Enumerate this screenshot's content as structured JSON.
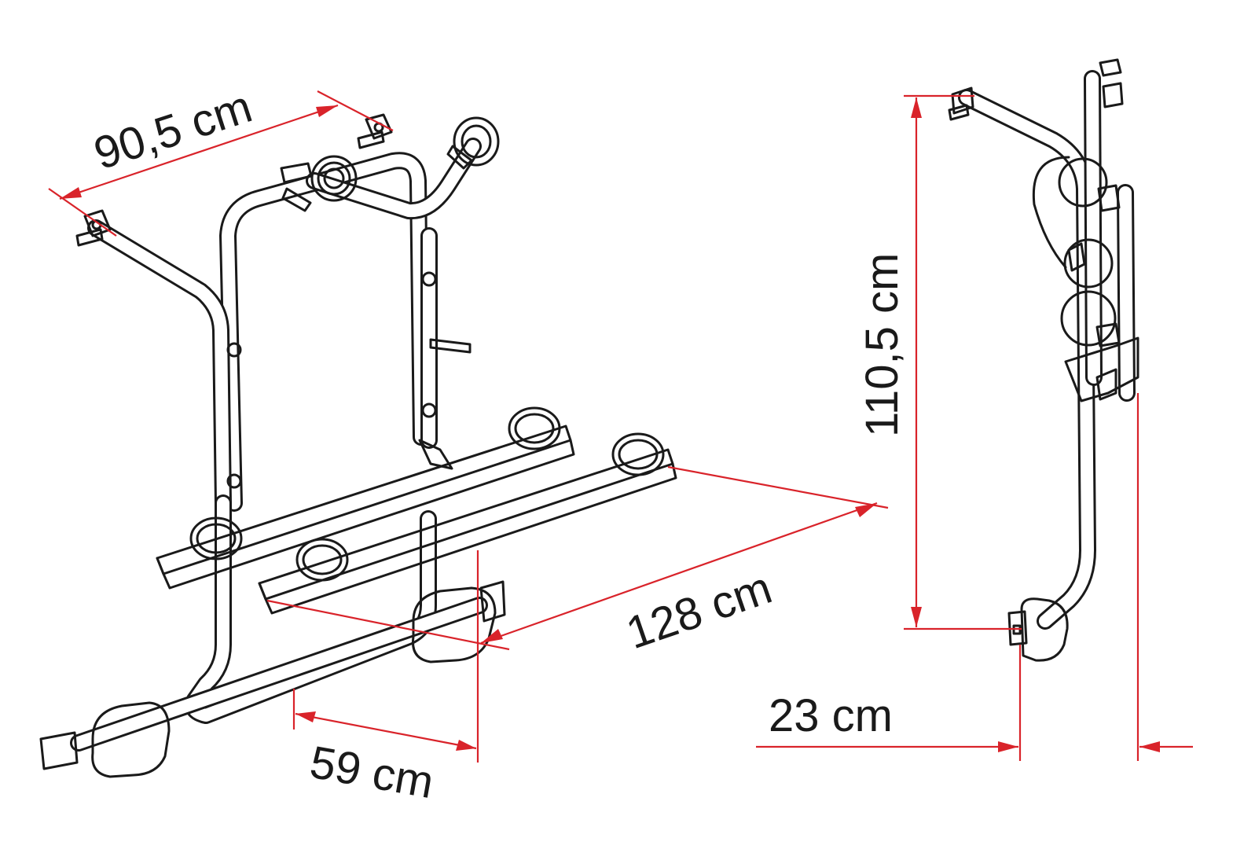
{
  "colors": {
    "dimension": "#d9232a",
    "drawing": "#1a1a1a",
    "background": "#ffffff"
  },
  "dimensions": {
    "width": "90,5 cm",
    "length": "128 cm",
    "depth_front": "59 cm",
    "height": "110,5 cm",
    "depth_side": "23 cm"
  }
}
